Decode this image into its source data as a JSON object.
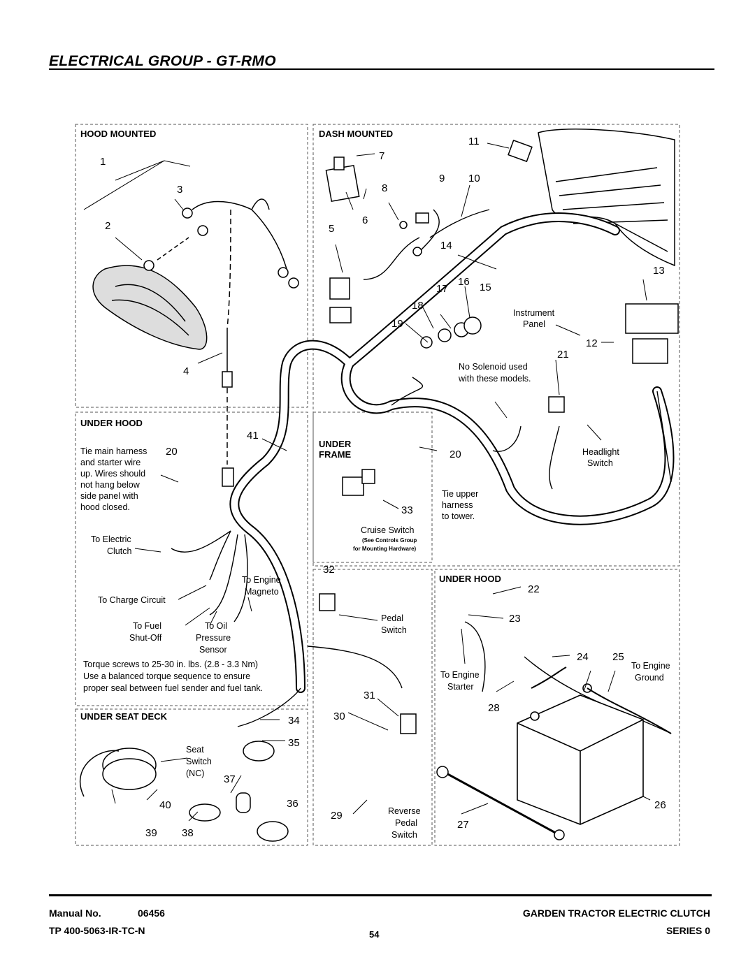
{
  "header": {
    "title": "ELECTRICAL GROUP - GT-RMO"
  },
  "panels": {
    "hood_mounted": "HOOD MOUNTED",
    "dash_mounted": "DASH MOUNTED",
    "under_hood_left": "UNDER HOOD",
    "under_frame_1": "UNDER",
    "under_frame_2": "FRAME",
    "under_hood_right": "UNDER HOOD",
    "under_seat_deck": "UNDER SEAT DECK"
  },
  "callouts": {
    "n1": "1",
    "n2": "2",
    "n3": "3",
    "n4": "4",
    "n5": "5",
    "n6": "6",
    "n7": "7",
    "n8": "8",
    "n9": "9",
    "n10": "10",
    "n11": "11",
    "n12": "12",
    "n13": "13",
    "n14": "14",
    "n15": "15",
    "n16": "16",
    "n17": "17",
    "n18": "18",
    "n19": "19",
    "n20a": "20",
    "n20b": "20",
    "n21": "21",
    "n22": "22",
    "n23": "23",
    "n24": "24",
    "n25": "25",
    "n26": "26",
    "n27": "27",
    "n28": "28",
    "n29": "29",
    "n30": "30",
    "n31": "31",
    "n32": "32",
    "n33": "33",
    "n34": "34",
    "n35": "35",
    "n36": "36",
    "n37": "37",
    "n38": "38",
    "n39": "39",
    "n40": "40",
    "n41": "41"
  },
  "notes": {
    "instrument_1": "Instrument",
    "instrument_2": "Panel",
    "no_solenoid_1": "No Solenoid used",
    "no_solenoid_2": "with these models.",
    "headlight_1": "Headlight",
    "headlight_2": "Switch",
    "tie_upper_1": "Tie upper",
    "tie_upper_2": "harness",
    "tie_upper_3": "to tower.",
    "cruise_1": "Cruise Switch",
    "cruise_2": "(See Controls Group",
    "cruise_3": "for Mounting Hardware)",
    "tie_main_1": "Tie main harness",
    "tie_main_2": "and starter wire",
    "tie_main_3": "up. Wires should",
    "tie_main_4": "not hang below",
    "tie_main_5": "side panel with",
    "tie_main_6": "hood closed.",
    "electric_clutch_1": "To Electric",
    "electric_clutch_2": "Clutch",
    "engine_magneto_1": "To Engine",
    "engine_magneto_2": "Magneto",
    "charge_circuit": "To Charge Circuit",
    "fuel_1": "To Fuel",
    "fuel_2": "Shut-Off",
    "oil_1": "To Oil",
    "oil_2": "Pressure",
    "oil_3": "Sensor",
    "torque_1": "Torque screws to 25-30 in. lbs. (2.8 - 3.3 Nm)",
    "torque_2": "Use a balanced torque sequence to ensure",
    "torque_3": "proper seal between fuel sender and fuel tank.",
    "pedal_1": "Pedal",
    "pedal_2": "Switch",
    "engine_starter_1": "To Engine",
    "engine_starter_2": "Starter",
    "engine_ground_1": "To Engine",
    "engine_ground_2": "Ground",
    "seat_1": "Seat",
    "seat_2": "Switch",
    "seat_3": "(NC)",
    "reverse_1": "Reverse",
    "reverse_2": "Pedal",
    "reverse_3": "Switch"
  },
  "footer": {
    "manual_label": "Manual No.",
    "manual_no": "06456",
    "tp": "TP 400-5063-IR-TC-N",
    "page": "54",
    "product": "GARDEN TRACTOR ELECTRIC CLUTCH",
    "series": "SERIES 0"
  }
}
